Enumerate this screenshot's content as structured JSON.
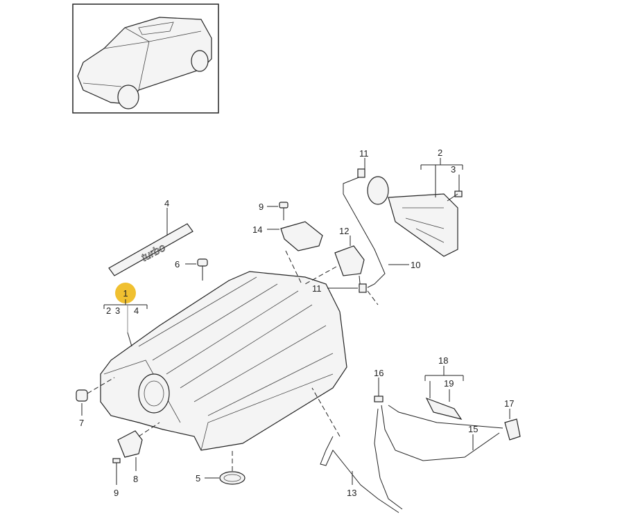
{
  "diagram": {
    "highlight_color": "#f0c030",
    "badge_logo_text": "turbo",
    "callouts": {
      "c1": "1",
      "c1_sub2": "2",
      "c1_sub3": "3",
      "c1_sub4": "4",
      "c4": "4",
      "c6": "6",
      "c7": "7",
      "c8": "8",
      "c9a": "9",
      "c5": "5",
      "c9b": "9",
      "c14": "14",
      "c12": "12",
      "c10": "10",
      "c11a": "11",
      "c11b": "11",
      "c2": "2",
      "c3": "3",
      "c18": "18",
      "c19": "19",
      "c16": "16",
      "c17": "17",
      "c15": "15",
      "c13": "13"
    }
  }
}
